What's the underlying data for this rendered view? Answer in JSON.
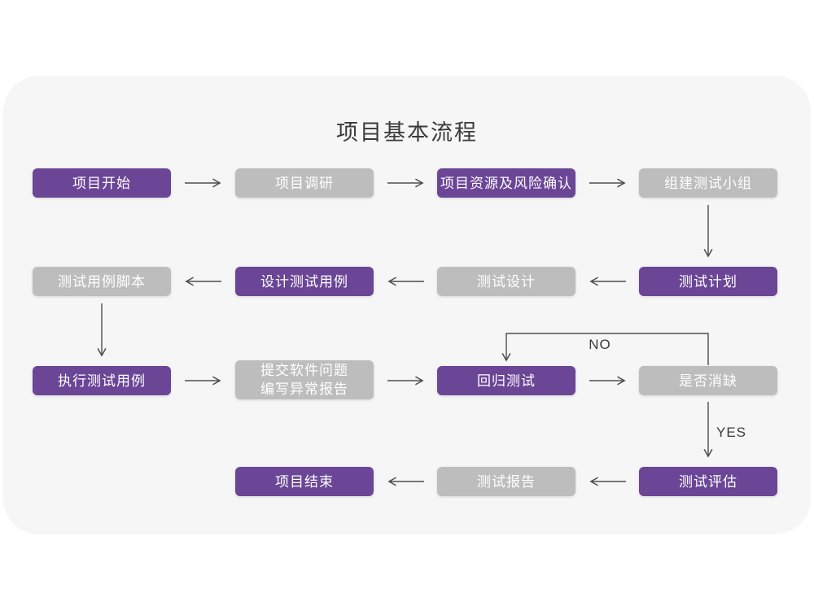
{
  "title": "项目基本流程",
  "colors": {
    "purple": "#6B4596",
    "gray": "#BDBDBD",
    "card_bg": "#F6F6F6",
    "arrow": "#4D4D4D",
    "text_on_box": "#FFFFFF",
    "title_color": "#3A3A3A"
  },
  "edge_labels": {
    "no": "NO",
    "yes": "YES"
  },
  "nodes": [
    {
      "label": "项目开始",
      "variant": "purple"
    },
    {
      "label": "项目调研",
      "variant": "gray"
    },
    {
      "label": "项目资源及风险确认",
      "variant": "purple"
    },
    {
      "label": "组建测试小组",
      "variant": "gray"
    },
    {
      "label": "测试计划",
      "variant": "purple"
    },
    {
      "label": "测试设计",
      "variant": "gray"
    },
    {
      "label": "设计测试用例",
      "variant": "purple"
    },
    {
      "label": "测试用例脚本",
      "variant": "gray"
    },
    {
      "label": "执行测试用例",
      "variant": "purple"
    },
    {
      "label": "提交软件问题\n编写异常报告",
      "variant": "gray"
    },
    {
      "label": "回归测试",
      "variant": "purple"
    },
    {
      "label": "是否消缺",
      "variant": "gray"
    },
    {
      "label": "测试评估",
      "variant": "purple"
    },
    {
      "label": "测试报告",
      "variant": "gray"
    },
    {
      "label": "项目结束",
      "variant": "purple"
    }
  ]
}
